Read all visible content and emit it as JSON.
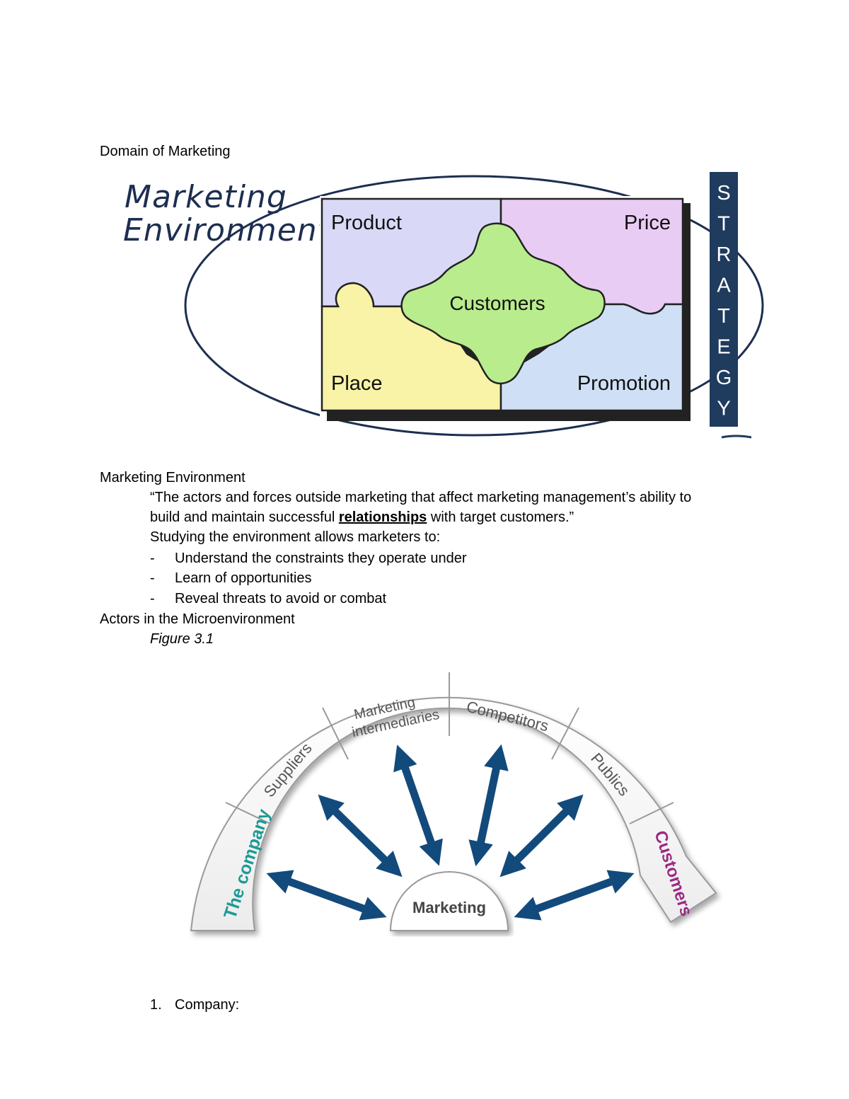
{
  "heading_domain": "Domain of Marketing",
  "diagram1": {
    "env_line1": "Marketing",
    "env_line2": "Environment",
    "product": "Product",
    "price": "Price",
    "customers": "Customers",
    "place": "Place",
    "promotion": "Promotion",
    "strategy_letters": [
      "S",
      "T",
      "R",
      "A",
      "T",
      "E",
      "G",
      "Y"
    ],
    "colors": {
      "product": "#d9d9f7",
      "price": "#e9ccf3",
      "place": "#f8f3a6",
      "promotion": "#cfe0f6",
      "customers": "#b8ec8c",
      "strategy_bar": "#1f3b5e"
    }
  },
  "section_env": {
    "heading": "Marketing Environment",
    "quote_line1": "“The actors and forces outside marketing that affect marketing management’s ability to",
    "quote_line2_pre": "build and maintain successful ",
    "quote_line2_bold": "relationships",
    "quote_line2_post": " with target customers.”",
    "study_intro": "Studying the environment allows marketers to:",
    "bullets": [
      "Understand the constraints they operate under",
      "Learn of opportunities",
      "Reveal threats to avoid or combat"
    ],
    "dash": "-"
  },
  "section_actors": {
    "heading": "Actors in the Microenvironment",
    "figure_label": "Figure 3.1"
  },
  "diagram2": {
    "segments": [
      "The company",
      "Suppliers",
      "Marketing intermediaries",
      "Competitors",
      "Publics",
      "Customers"
    ],
    "center": "Marketing",
    "colors": {
      "company": "#1d9a96",
      "customers": "#9b2a83",
      "arrow": "#134a7c",
      "segment_text": "#555555"
    }
  },
  "list_item": {
    "number": "1.",
    "label": "Company:"
  }
}
